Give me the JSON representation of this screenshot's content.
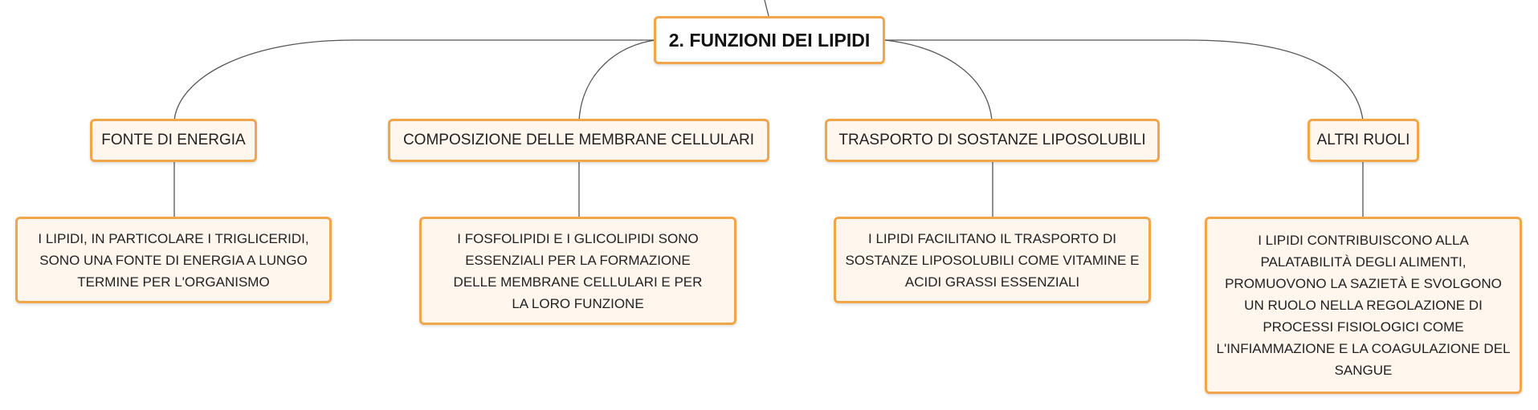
{
  "root": {
    "label": "2. FUNZIONI DEI LIPIDI"
  },
  "branches": [
    {
      "label": "FONTE DI ENERGIA",
      "detail": "I LIPIDI, IN PARTICOLARE I TRIGLICERIDI, SONO UNA FONTE DI ENERGIA A LUNGO TERMINE PER L'ORGANISMO"
    },
    {
      "label": "COMPOSIZIONE DELLE MEMBRANE CELLULARI",
      "detail": "I FOSFOLIPIDI E I GLICOLIPIDI SONO ESSENZIALI PER LA FORMAZIONE DELLE MEMBRANE CELLULARI E PER LA LORO FUNZIONE"
    },
    {
      "label": "TRASPORTO DI SOSTANZE LIPOSOLUBILI",
      "detail": "I LIPIDI FACILITANO IL TRASPORTO DI SOSTANZE LIPOSOLUBILI COME VITAMINE E ACIDI GRASSI ESSENZIALI"
    },
    {
      "label": "ALTRI RUOLI",
      "detail": "I LIPIDI CONTRIBUISCONO ALLA PALATABILITÀ DEGLI ALIMENTI, PROMUOVONO LA SAZIETÀ E SVOLGONO UN RUOLO NELLA REGOLAZIONE DI PROCESSI FISIOLOGICI COME L'INFIAMMAZIONE E LA COAGULAZIONE DEL SANGUE"
    }
  ],
  "colors": {
    "node_border": "#f2a54a",
    "node_fill": "#fff6ee",
    "connector": "#555555"
  }
}
